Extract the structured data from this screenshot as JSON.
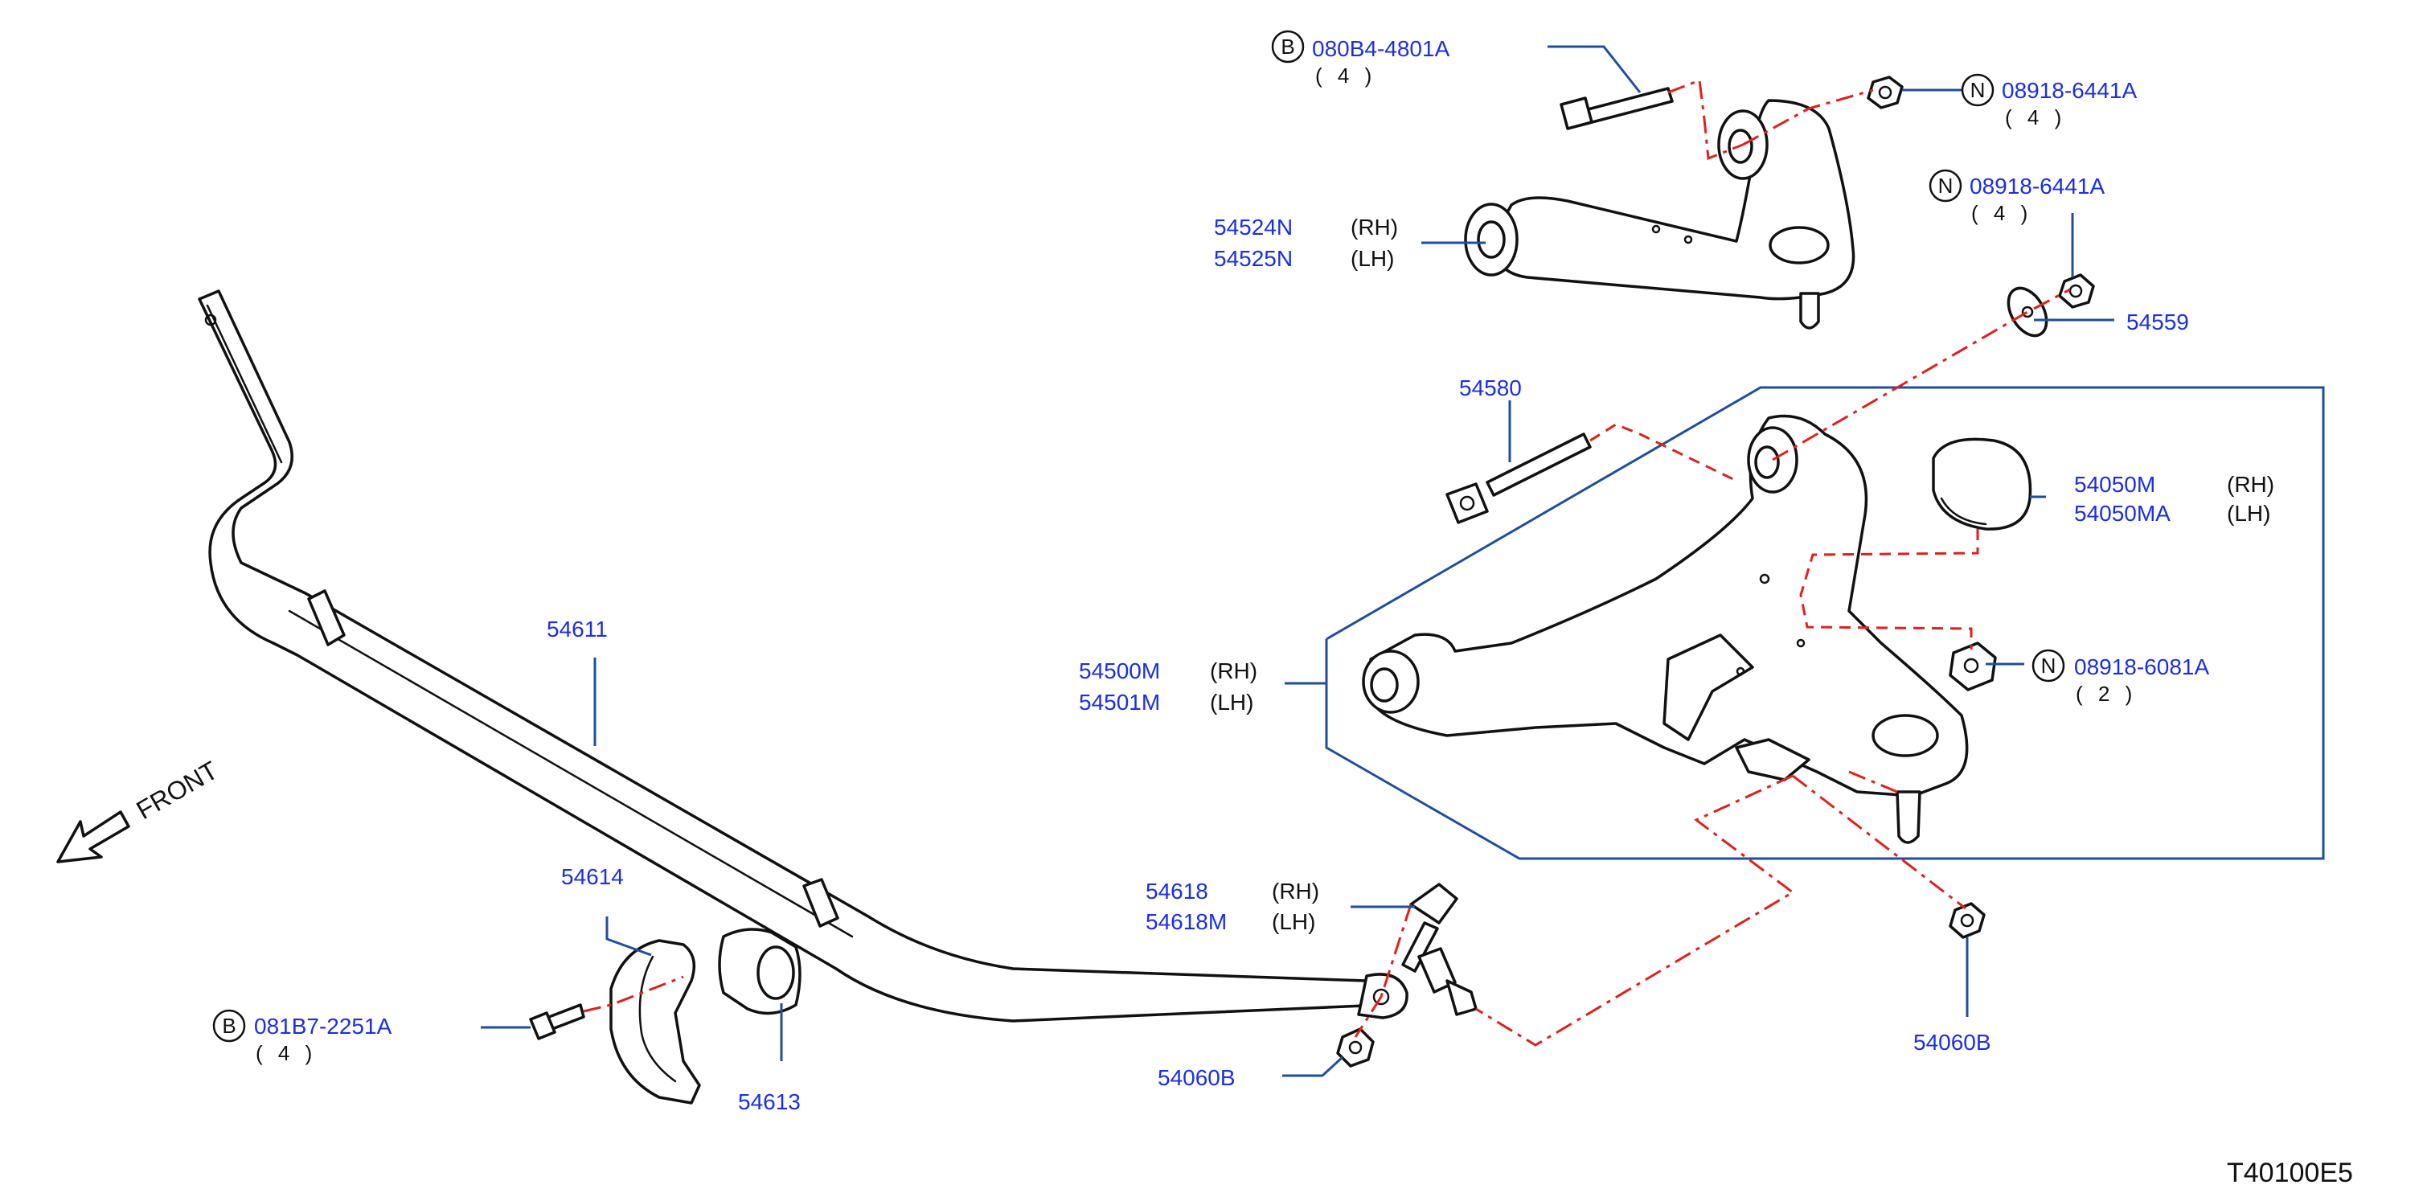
{
  "diagram_code": "T40100E5",
  "front_label": "FRONT",
  "callouts": {
    "b_080b4": {
      "marker": "B",
      "part": "080B4-4801A",
      "qty": "( 4 )"
    },
    "n_upper_nut": {
      "marker": "N",
      "part": "08918-6441A",
      "qty": "( 4 )"
    },
    "n_mid_nut": {
      "marker": "N",
      "part": "08918-6441A",
      "qty": "( 4 )"
    },
    "upper_arm": {
      "part_rh": "54524N",
      "side_rh": "(RH)",
      "part_lh": "54525N",
      "side_lh": "(LH)"
    },
    "washer": {
      "part": "54559"
    },
    "cam_bolt": {
      "part": "54580"
    },
    "bumper": {
      "part_rh": "54050M",
      "side_rh": "(RH)",
      "part_lh": "54050MA",
      "side_lh": "(LH)"
    },
    "lower_arm": {
      "part_rh": "54500M",
      "side_rh": "(RH)",
      "part_lh": "54501M",
      "side_lh": "(LH)"
    },
    "n_lower_nut": {
      "marker": "N",
      "part": "08918-6081A",
      "qty": "( 2 )"
    },
    "stabilizer": {
      "part": "54611"
    },
    "clamp": {
      "part": "54614"
    },
    "bushing": {
      "part": "54613"
    },
    "b_081b7": {
      "marker": "B",
      "part": "081B7-2251A",
      "qty": "( 4 )"
    },
    "link": {
      "part_rh": "54618",
      "side_rh": "(RH)",
      "part_lh": "54618M",
      "side_lh": "(LH)"
    },
    "nut_link_left": {
      "part": "54060B"
    },
    "nut_link_right": {
      "part": "54060B"
    }
  }
}
